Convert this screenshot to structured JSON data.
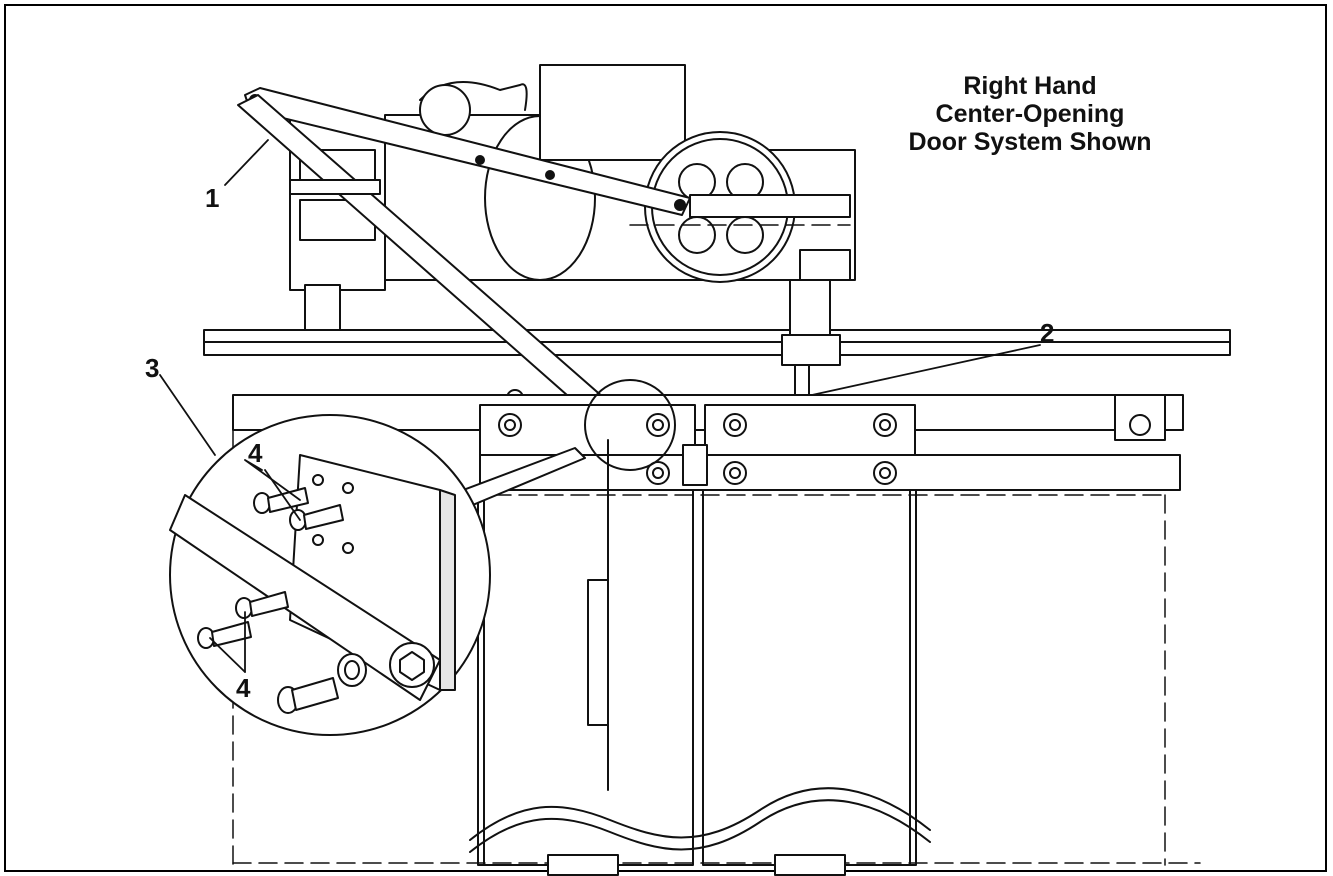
{
  "caption": {
    "line1": "Right Hand",
    "line2": "Center-Opening",
    "line3": "Door System Shown"
  },
  "callouts": {
    "c1": "1",
    "c2": "2",
    "c3": "3",
    "c4a": "4",
    "c4b": "4"
  },
  "colors": {
    "line": "#111111",
    "fill": "#ffffff",
    "shade": "#e6e6e6"
  }
}
